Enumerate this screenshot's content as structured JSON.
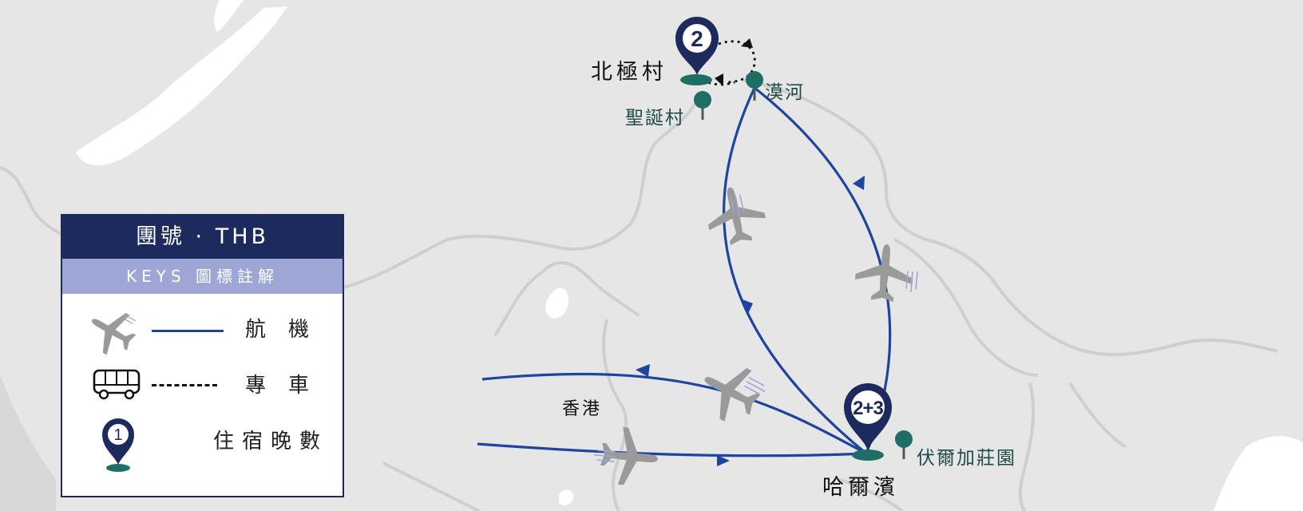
{
  "legend": {
    "title": "團號 · THB",
    "subtitle": "KEYS 圖標註解",
    "items": [
      {
        "icon": "airplane-icon",
        "line": "solid",
        "label": "航機"
      },
      {
        "icon": "bus-icon",
        "line": "dotted",
        "label": "專車"
      },
      {
        "icon": "location-pin-icon",
        "pin_number": "1",
        "label": "住宿晚數"
      }
    ]
  },
  "map": {
    "cities": [
      {
        "name": "北極村",
        "nights": "2"
      },
      {
        "name": "哈爾濱",
        "nights": "2+3"
      }
    ],
    "places": [
      {
        "name": "漠河"
      },
      {
        "name": "聖誕村"
      },
      {
        "name": "伏爾加莊園"
      }
    ],
    "origin": "香港"
  },
  "colors": {
    "route": "#1d44a0",
    "pin": "#1c2a5e",
    "place_marker": "#1f6e66",
    "background": "#e6e6e6",
    "legend_header": "#1c2a5e",
    "legend_sub": "#9ea6d6"
  }
}
